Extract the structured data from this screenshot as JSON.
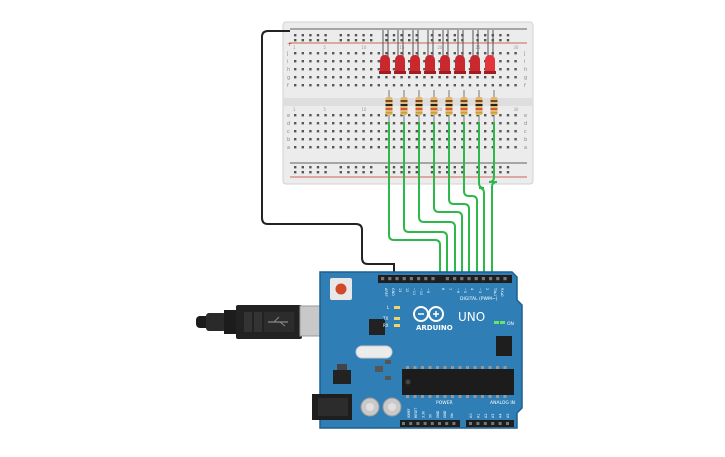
{
  "arduino": {
    "logo_text": "ARDUINO",
    "model": "UNO",
    "on_label": "ON",
    "tx_label": "TX",
    "rx_label": "RX",
    "l_label": "L",
    "digital_label": "DIGITAL (PWM~)",
    "power_label": "POWER",
    "analog_label": "ANALOG IN",
    "aref_label": "AREF",
    "gnd_label": "GND",
    "digital_pins": [
      "13",
      "12",
      "~11",
      "~10",
      "~9",
      "8",
      "7",
      "~6",
      "~5",
      "4",
      "~3",
      "2",
      "TX▸1",
      "RX◂0"
    ],
    "power_pins": [
      "IOREF",
      "RESET",
      "3.3V",
      "5V",
      "GND",
      "GND",
      "Vin"
    ],
    "analog_pins": [
      "A0",
      "A1",
      "A2",
      "A3",
      "A4",
      "A5"
    ]
  },
  "breadboard": {
    "row_letters_top": [
      "j",
      "i",
      "h",
      "g",
      "f"
    ],
    "row_letters_bottom": [
      "e",
      "d",
      "c",
      "b",
      "a"
    ],
    "rail_plus": "+",
    "rail_minus": "-",
    "column_numbers": [
      "1",
      "5",
      "10",
      "15",
      "20",
      "25",
      "30"
    ]
  },
  "circuit": {
    "led_count": 8,
    "resistor_count": 8,
    "colors": {
      "board": "#2f7fb6",
      "board_edge": "#1f5f8e",
      "wire_green": "#2db84a",
      "wire_black": "#222222",
      "led": "#c8282e",
      "breadboard": "#ececec"
    }
  }
}
